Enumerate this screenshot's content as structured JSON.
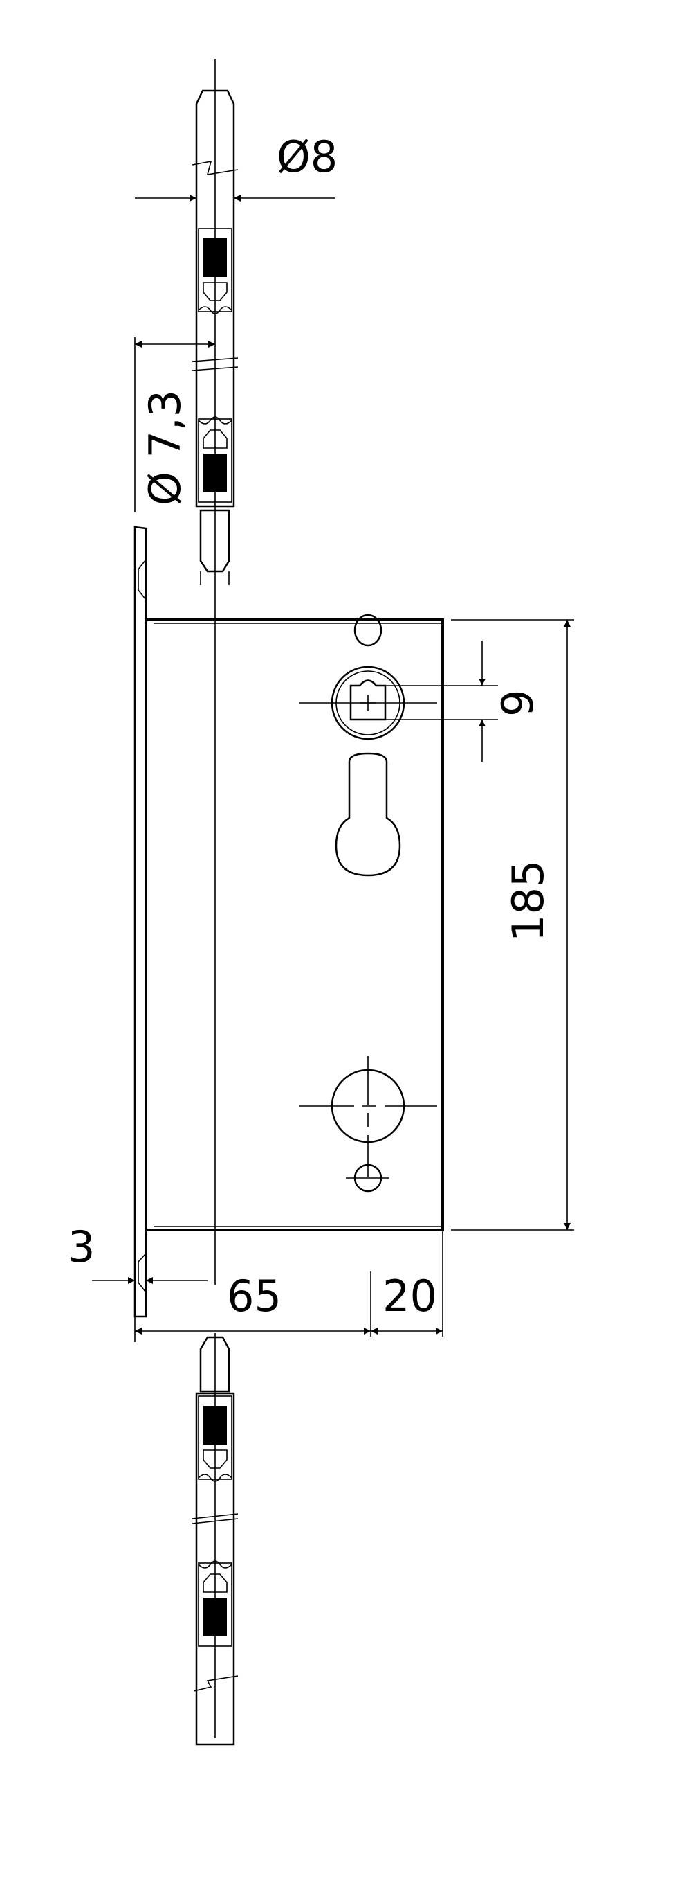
{
  "dimensions": {
    "rod_diameter": "Ø8",
    "bushing_diameter": "Ø 7,3",
    "cylinder_offset": "9",
    "body_height": "185",
    "faceplate_thickness": "3",
    "backset": "65",
    "body_depth_remainder": "20"
  },
  "colors": {
    "line": "#000000",
    "background": "#ffffff"
  }
}
